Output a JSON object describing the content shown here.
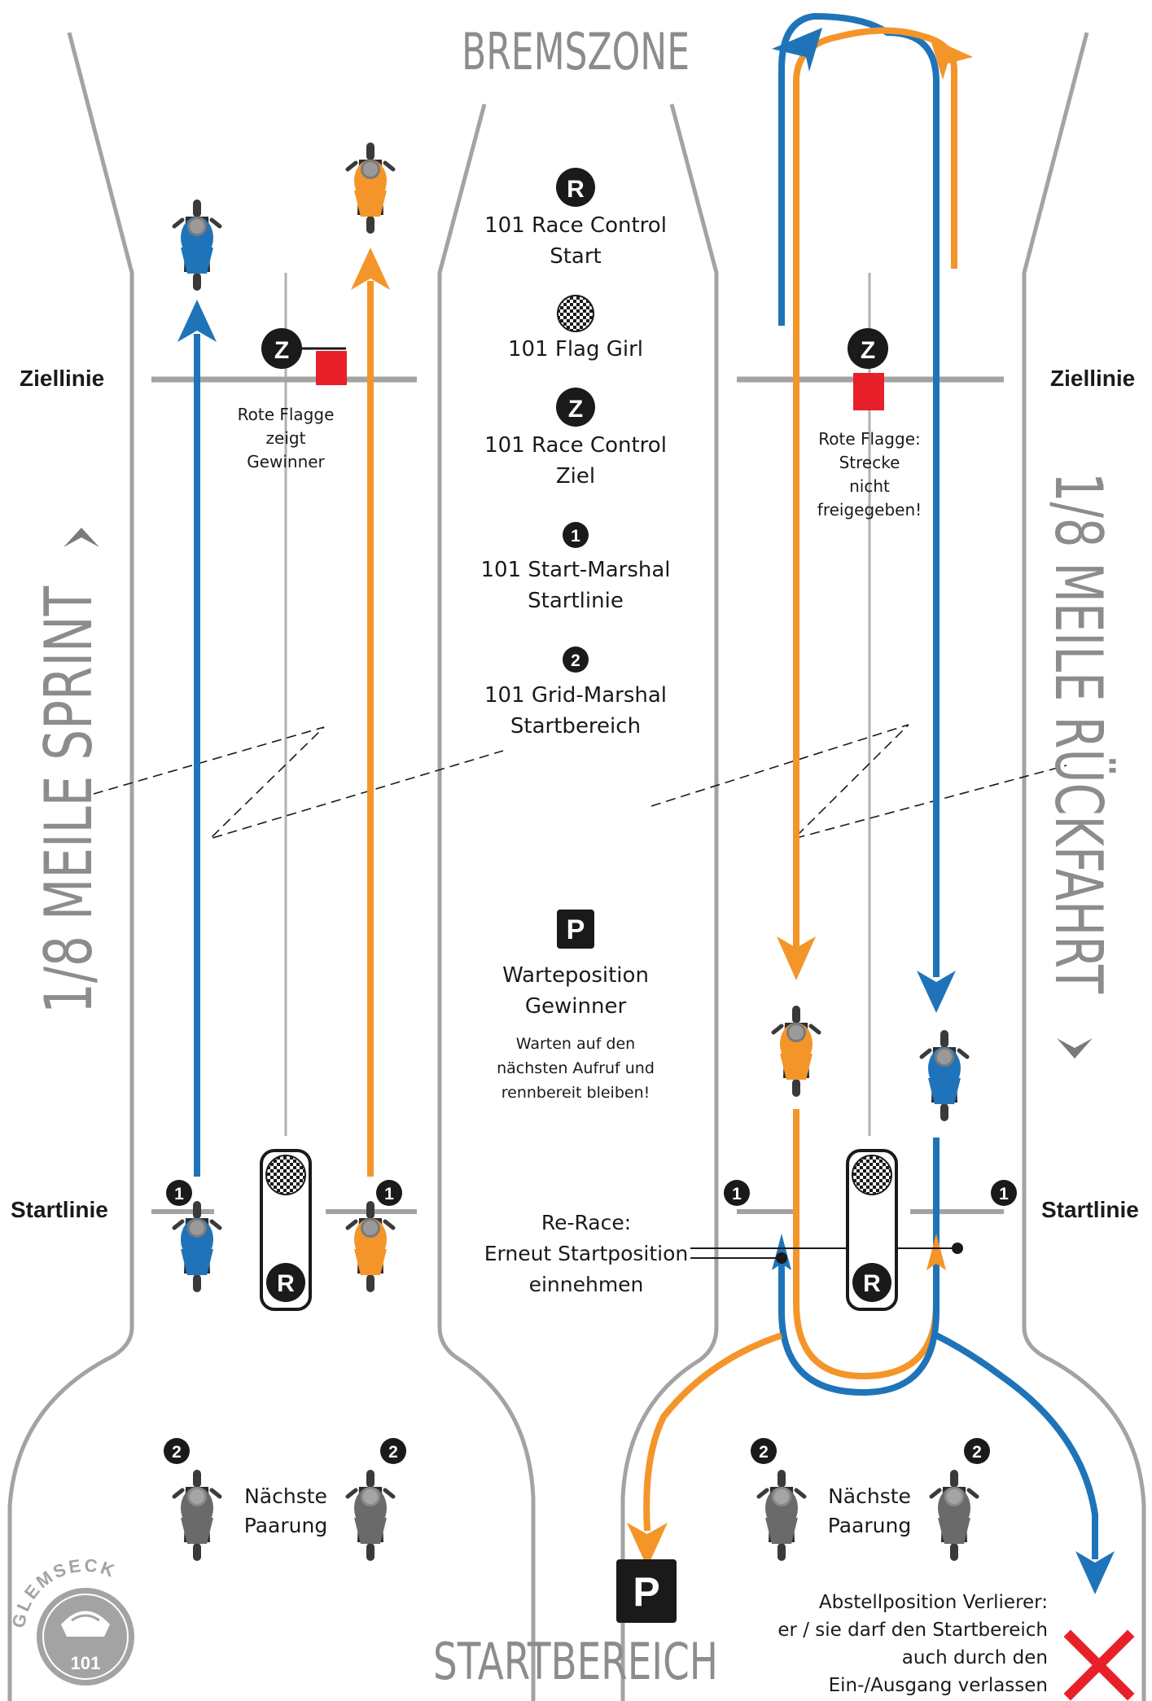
{
  "title_top": "BREMSZONE",
  "title_bottom": "STARTBEREICH",
  "vertical_left": "1/8 MEILE SPRINT",
  "vertical_right": "1/8 MEILE RÜCKFAHRT",
  "lines": {
    "finish_left": "Ziellinie",
    "finish_right": "Ziellinie",
    "start_left": "Startlinie",
    "start_right": "Startlinie"
  },
  "left_track": {
    "flag_note": [
      "Rote Flagge",
      "zeigt",
      "Gewinner"
    ],
    "next_pair": [
      "Nächste",
      "Paarung"
    ]
  },
  "right_track": {
    "flag_note": [
      "Rote Flagge:",
      "Strecke",
      "nicht",
      "freigegeben!"
    ],
    "next_pair": [
      "Nächste",
      "Paarung"
    ],
    "rerace": [
      "Re-Race:",
      "Erneut Startposition",
      "einnehmen"
    ],
    "loser": [
      "Abstellposition Verlierer:",
      "er / sie darf den Startbereich",
      "auch durch den",
      "Ein-/Ausgang verlassen"
    ]
  },
  "legend": [
    {
      "icon": "R",
      "lines": [
        "101 Race Control",
        "Start"
      ]
    },
    {
      "icon": "checker",
      "lines": [
        "101 Flag Girl"
      ]
    },
    {
      "icon": "Z",
      "lines": [
        "101 Race Control",
        "Ziel"
      ]
    },
    {
      "icon": "1",
      "lines": [
        "101 Start-Marshal",
        "Startlinie"
      ]
    },
    {
      "icon": "2",
      "lines": [
        "101 Grid-Marshal",
        "Startbereich"
      ]
    }
  ],
  "parking": {
    "icon": "P",
    "lines": [
      "Warteposition",
      "Gewinner"
    ],
    "note": [
      "Warten auf den",
      "nächsten Aufruf und",
      "rennbereit bleiben!"
    ]
  },
  "badges": {
    "R": "R",
    "Z": "Z",
    "P": "P",
    "one": "1",
    "two": "2"
  },
  "logo": {
    "text": "GLEMSECK",
    "number": "101"
  },
  "colors": {
    "blue": "#1f74b9",
    "orange": "#f4952a",
    "grey": "#8c8c8c",
    "red": "#e8202a",
    "dark": "#1a1a1a"
  }
}
